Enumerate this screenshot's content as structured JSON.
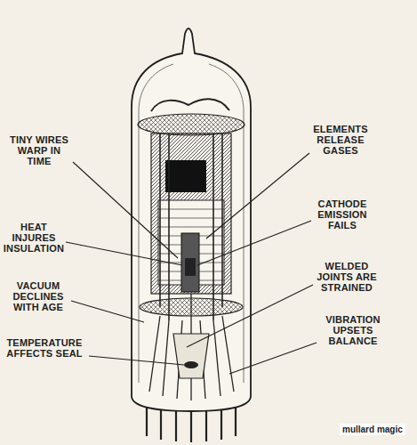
{
  "diagram": {
    "labels": [
      "TINY WIRES WARP IN TIME",
      "HEAT INJURES INSULATION",
      "VACUUM DECLINES WITH AGE",
      "TEMPERATURE AFFECTS SEAL",
      "ELEMENTS RELEASE GASES",
      "CATHODE EMISSION FAILS",
      "WELDED JOINTS ARE STRAINED",
      "VIBRATION UPSETS BALANCE",
      "mullard magic"
    ]
  }
}
